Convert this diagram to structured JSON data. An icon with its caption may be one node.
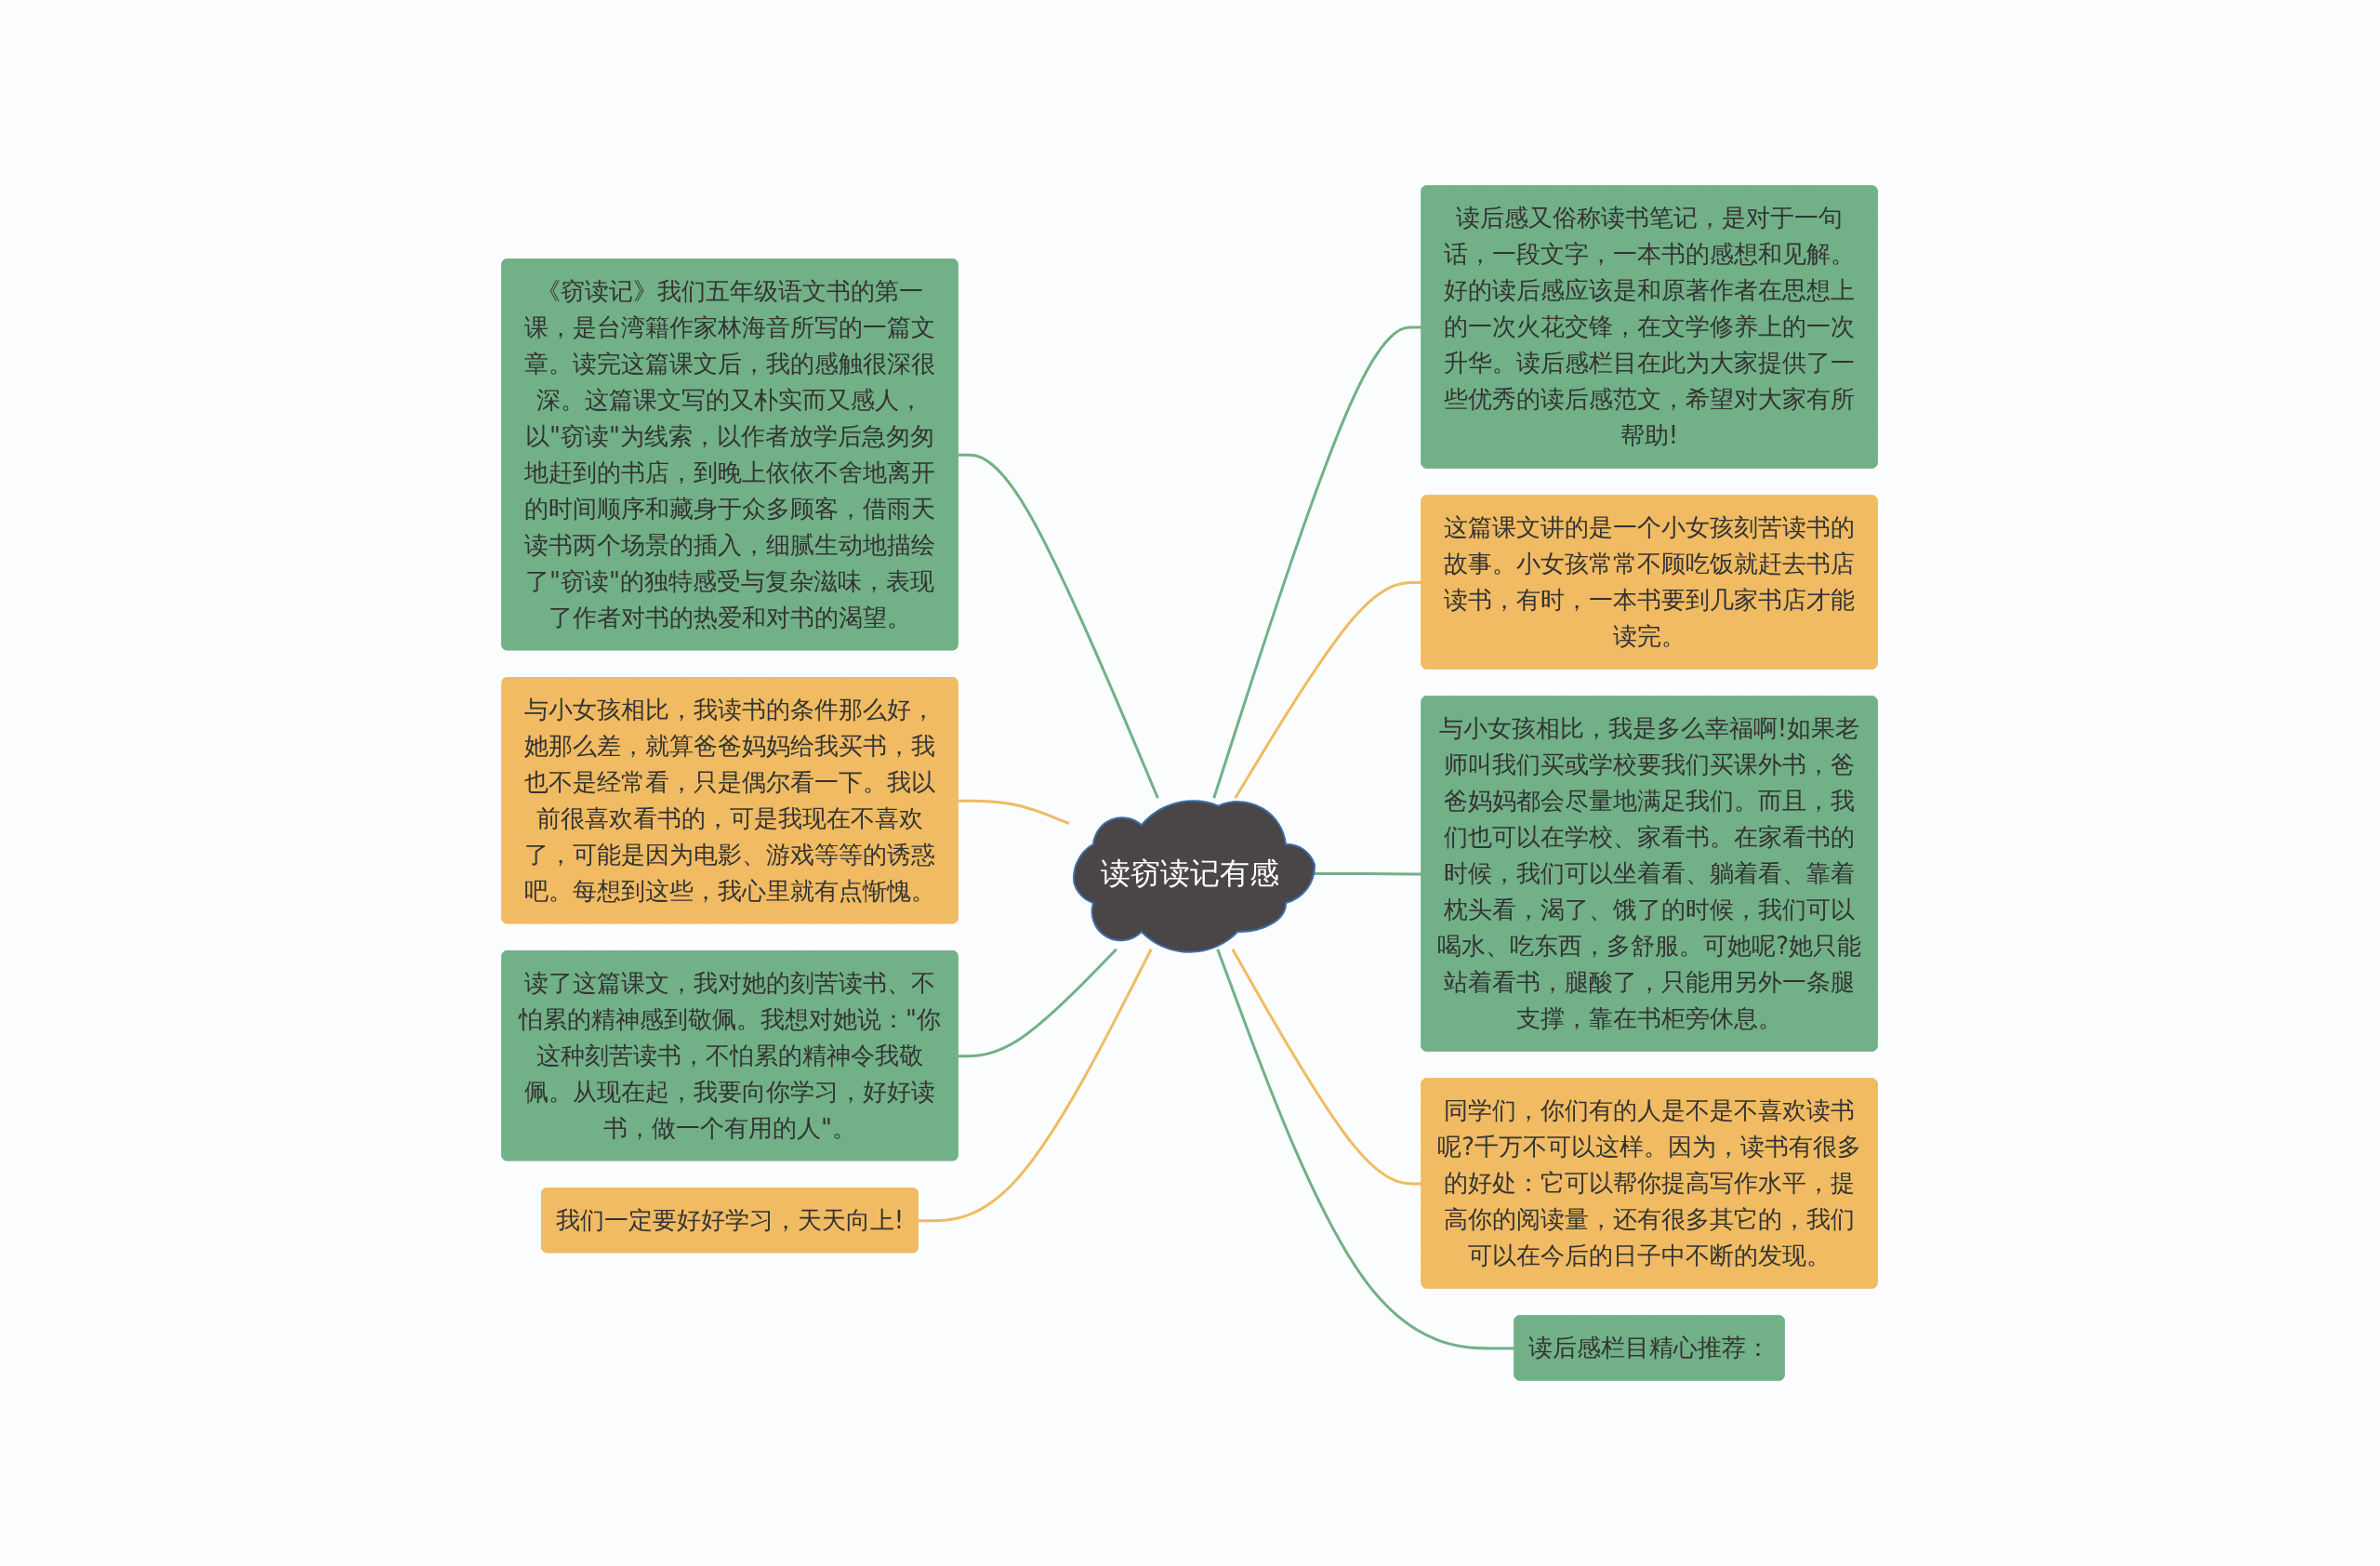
{
  "diagram": {
    "nodes": [
      {
        "text": [
          "读窃读记有感"
        ]
      },
      {
        "text": [
          "《窃读记》我们五年级语文书的第一课，是台湾籍作家林海音所写的一篇文章。读完这篇课文后，我的感触很深很深。这篇课文写的又朴实而又感人，以\"窃读\"为线索，以作者放学后急匆匆地赶到的书店，到晚上依依不舍地离开的时间顺序和藏身于众多顾客，借雨天读书两个场景的插入，细腻生动地描绘了\"窃读\"的独特感受与复杂滋味，表现了作者对书的热爱和对书的渴望。"
        ]
      },
      {
        "text": [
          "与小女孩相比，我读书的条件那么好，她那么差，就算爸爸妈妈给我买书，我也不是经常看，只是偶尔看一下。我以前很喜欢看书的，可是我现在不喜欢了，可能是因为电影、游戏等等的诱惑吧。每想到这些，我心里就有点惭愧。"
        ]
      },
      {
        "text": [
          "读了这篇课文，我对她的刻苦读书、不怕累的精神感到敬佩。我想对她说：\"你这种刻苦读书，不怕累的精神令我敬佩。从现在起，我要向你学习，好好读书，做一个有用的人\"。"
        ]
      },
      {
        "text": [
          "我们一定要好好学习，天天向上!"
        ]
      },
      {
        "text": [
          "读后感又俗称读书笔记，是对于一句话，一段文字，一本书的感想和见解。好的读后感应该是和原著作者在思想上的一次火花交锋，在文学修养上的一次升华。读后感栏目在此为大家提供了一些优秀的读后感范文，希望对大家有所帮助!"
        ]
      },
      {
        "text": [
          "这篇课文讲的是一个小女孩刻苦读书的故事。小女孩常常不顾吃饭就赶去书店读书，有时，一本书要到几家书店才能读完。"
        ]
      },
      {
        "text": [
          "与小女孩相比，我是多么幸福啊!如果老师叫我们买或学校要我们买课外书，爸爸妈妈都会尽量地满足我们。而且，我们也可以在学校、家看书。在家看书的时候，我们可以坐着看、躺着看、靠着枕头看，渴了、饿了的时候，我们可以喝水、吃东西，多舒服。可她呢?她只能站着看书，腿酸了，只能用另外一条腿支撑，靠在书柜旁休息。"
        ]
      },
      {
        "text": [
          "同学们，你们有的人是不是不喜欢读书呢?千万不可以这样。因为，读书有很多的好处：它可以帮你提高写作水平，提高你的阅读量，还有很多其它的，我们可以在今后的日子中不断的发现。"
        ]
      },
      {
        "text": [
          "读后感栏目精心推荐："
        ]
      }
    ],
    "edges": [
      {
        "from": 1,
        "to": 0,
        "arrow": "none"
      },
      {
        "from": 2,
        "to": 0,
        "arrow": "none",
        "color": "#f0bb62"
      },
      {
        "from": 3,
        "to": 0,
        "arrow": "none"
      },
      {
        "from": 4,
        "to": 0,
        "arrow": "none",
        "color": "#f0bb62"
      },
      {
        "from": 0,
        "to": 5,
        "arrow": "none"
      },
      {
        "from": 0,
        "to": 6,
        "arrow": "none",
        "color": "#f0bb62"
      },
      {
        "from": 0,
        "to": 7,
        "arrow": "none"
      },
      {
        "from": 0,
        "to": 8,
        "arrow": "none",
        "color": "#f0bb62"
      },
      {
        "from": 0,
        "to": 9,
        "arrow": "none"
      }
    ]
  }
}
